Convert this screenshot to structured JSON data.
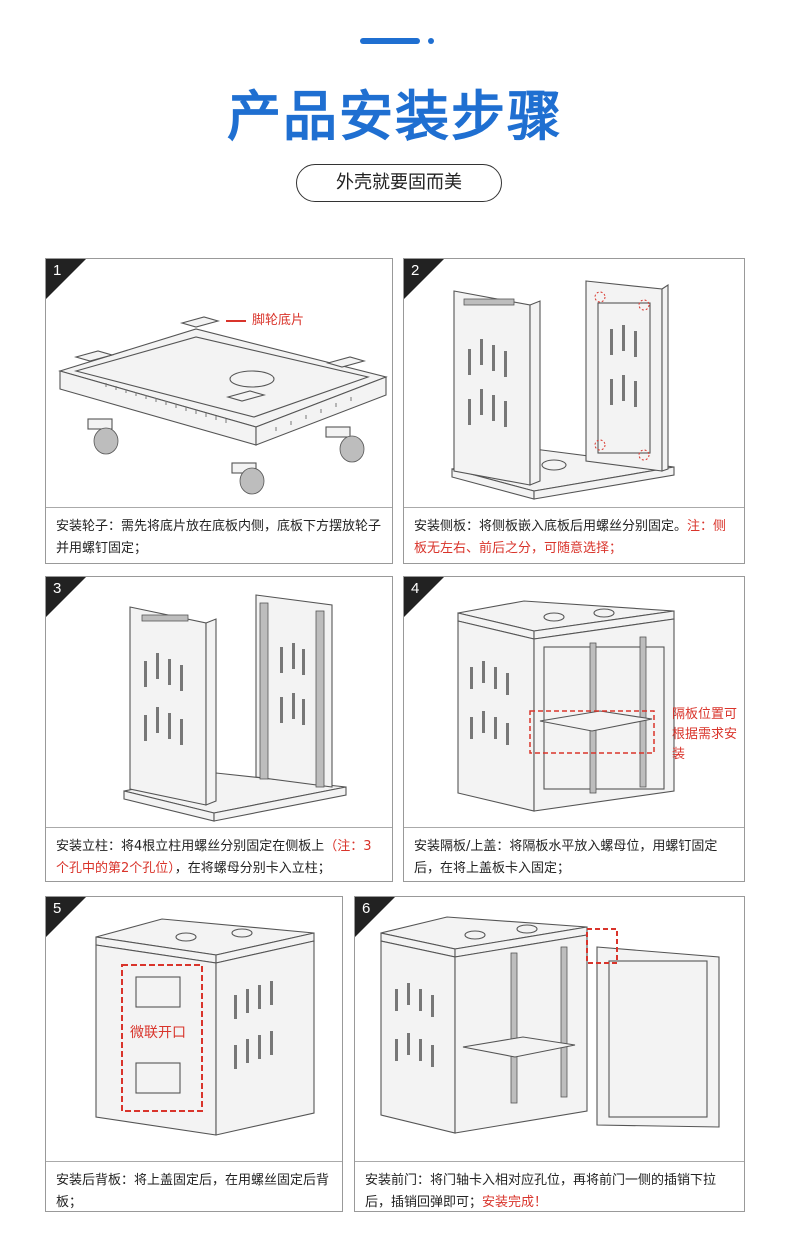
{
  "header": {
    "title": "产品安装步骤",
    "subtitle": "外壳就要固而美"
  },
  "colors": {
    "accent": "#1f6fd1",
    "highlight": "#d9342b"
  },
  "steps": [
    {
      "number": "1",
      "caption": "安装轮子：需先将底片放在底板内侧，底板下方摆放轮子并用螺钉固定；",
      "note": "",
      "callout": "脚轮底片"
    },
    {
      "number": "2",
      "caption": "安装侧板：将侧板嵌入底板后用螺丝分别固定。",
      "note": "注：侧板无左右、前后之分，可随意选择；"
    },
    {
      "number": "3",
      "caption_a": "安装立柱：将4根立柱用螺丝分别固定在侧板上",
      "note": "（注：3个孔中的第2个孔位）",
      "caption_b": "，在将螺母分别卡入立柱；"
    },
    {
      "number": "4",
      "caption": "安装隔板/上盖：将隔板水平放入螺母位，用螺钉固定后，在将上盖板卡入固定；",
      "callout": "隔板位置可根据需求安装"
    },
    {
      "number": "5",
      "caption": "安装后背板：将上盖固定后，在用螺丝固定后背板；",
      "callout": "微联开口"
    },
    {
      "number": "6",
      "caption": "安装前门：将门轴卡入相对应孔位，再将前门一侧的插销下拉后，插销回弹即可；",
      "note": "安装完成！"
    }
  ]
}
